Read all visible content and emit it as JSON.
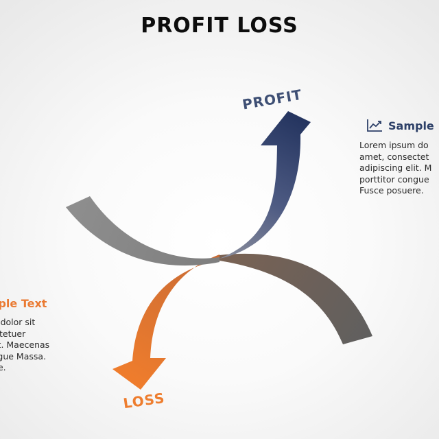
{
  "title": "PROFIT LOSS",
  "arrows": {
    "profit_label": "PROFIT",
    "loss_label": "LOSS"
  },
  "panels": {
    "right": {
      "icon": "line-chart-icon",
      "heading": "Sample",
      "body": "Lorem ipsum do\namet, consectet\nadipiscing elit. M\nporttitor congue\nFusce posuere."
    },
    "left": {
      "heading": "ample Text",
      "body": "sum dolor sit\nnsectetuer\ng elit. Maecenas\n congue Massa.\nsuere."
    }
  },
  "colors": {
    "profit_navy": "#2a3b66",
    "loss_orange": "#ee7d2e",
    "gray": "#8a8a8a",
    "dark_gray": "#5e5e5e"
  }
}
